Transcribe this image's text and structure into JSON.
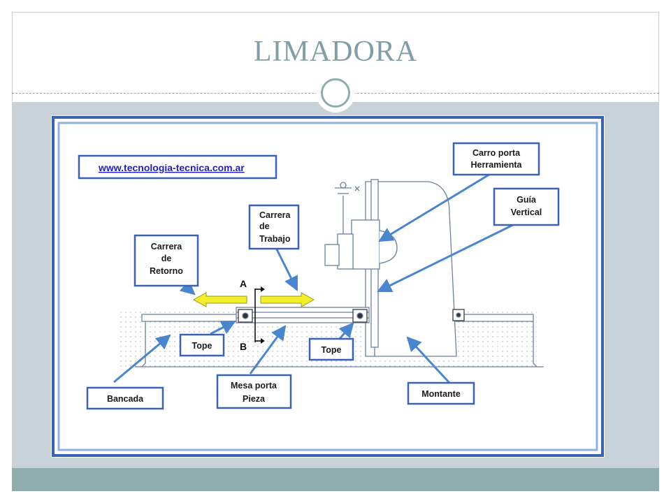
{
  "slide": {
    "title": "LIMADORA"
  },
  "diagram": {
    "url": "www.tecnologia-tecnica.com.ar",
    "labels": {
      "carro_line1": "Carro porta",
      "carro_line2": "Herramienta",
      "guia_line1": "Guía",
      "guia_line2": "Vertical",
      "trabajo_line1": "Carrera",
      "trabajo_line2": "de",
      "trabajo_line3": "Trabajo",
      "retorno_line1": "Carrera",
      "retorno_line2": "de",
      "retorno_line3": "Retorno",
      "tope_left": "Tope",
      "tope_right": "Tope",
      "bancada": "Bancada",
      "mesa_line1": "Mesa porta",
      "mesa_line2": "Pieza",
      "montante": "Montante"
    },
    "markers": {
      "a": "A",
      "b": "B"
    },
    "colors": {
      "label_border": "#3b63b4",
      "pointer": "#4a86d0",
      "motion_arrow": "#f3ee2a",
      "url_text": "#1f1fc0"
    }
  }
}
